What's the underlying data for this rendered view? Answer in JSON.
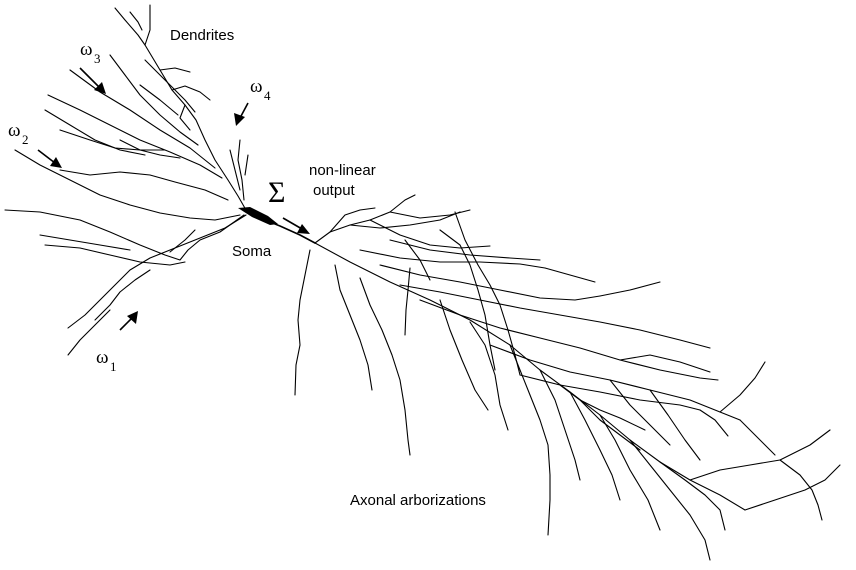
{
  "labels": {
    "dendrites": "Dendrites",
    "soma": "Soma",
    "output_line1": "non-linear",
    "output_line2": "output",
    "axon": "Axonal arborizations",
    "sum_symbol": "Σ"
  },
  "weights": [
    {
      "symbol": "ω",
      "index": "1"
    },
    {
      "symbol": "ω",
      "index": "2"
    },
    {
      "symbol": "ω",
      "index": "3"
    },
    {
      "symbol": "ω",
      "index": "4"
    }
  ]
}
